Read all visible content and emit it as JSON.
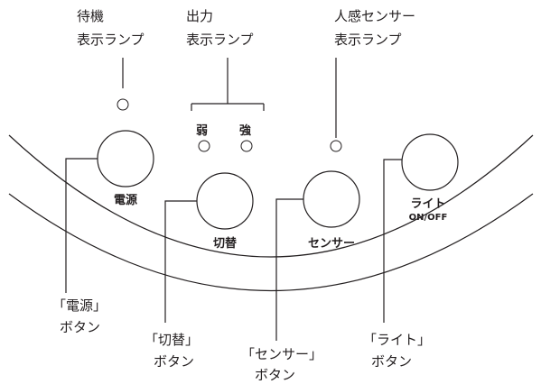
{
  "indicators": {
    "standby": {
      "label_line1": "待機",
      "label_line2": "表示ランプ"
    },
    "output": {
      "label_line1": "出力",
      "label_line2": "表示ランプ",
      "weak": "弱",
      "strong": "強"
    },
    "sensor": {
      "label_line1": "人感センサー",
      "label_line2": "表示ランプ"
    }
  },
  "buttons": {
    "power": {
      "label": "電源",
      "callout_line1": "「電源」",
      "callout_line2": "ボタン"
    },
    "switch": {
      "label": "切替",
      "callout_line1": "「切替」",
      "callout_line2": "ボタン"
    },
    "sensor": {
      "label": "センサー",
      "callout_line1": "「センサー」",
      "callout_line2": "ボタン"
    },
    "light": {
      "label": "ライト",
      "sublabel": "ON/OFF",
      "callout_line1": "「ライト」",
      "callout_line2": "ボタン"
    }
  }
}
